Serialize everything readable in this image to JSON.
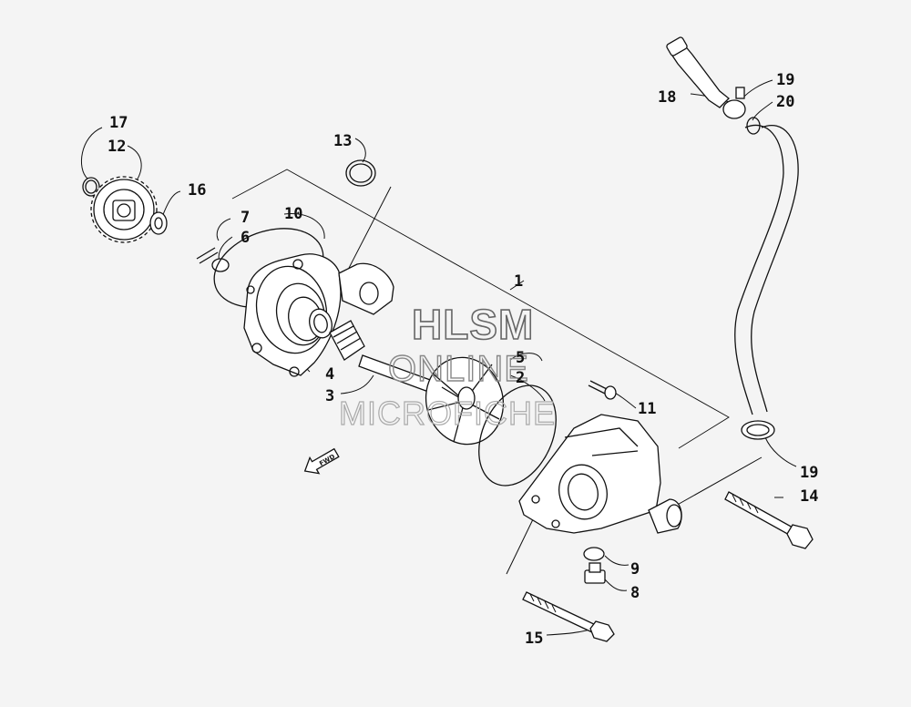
{
  "watermark": {
    "line1": "HLSM",
    "line2": "ONLINE",
    "line3": "MICROFICHE"
  },
  "arrow_label": "FWD",
  "callouts": {
    "c1": "1",
    "c2": "2",
    "c3": "3",
    "c4": "4",
    "c5": "5",
    "c6": "6",
    "c7": "7",
    "c8": "8",
    "c9": "9",
    "c10": "10",
    "c11": "11",
    "c12": "12",
    "c13": "13",
    "c14": "14",
    "c15": "15",
    "c16": "16",
    "c17": "17",
    "c18": "18",
    "c19a": "19",
    "c19b": "19",
    "c20": "20"
  }
}
